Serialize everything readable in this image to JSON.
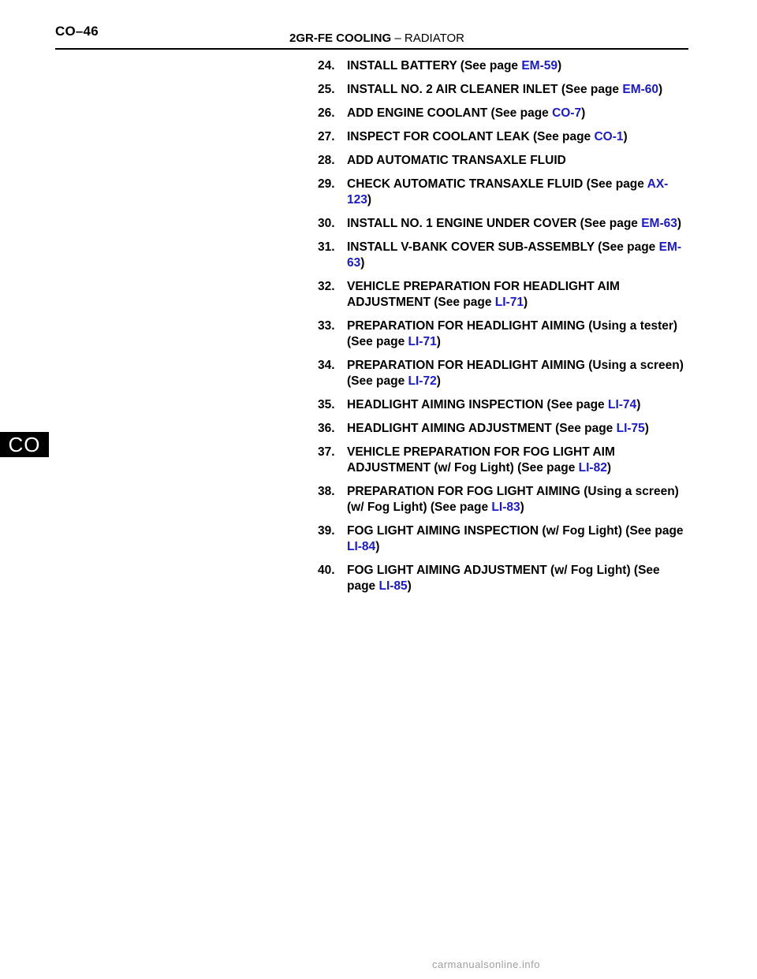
{
  "header": {
    "page_number": "CO–46",
    "title_bold": "2GR-FE COOLING",
    "title_sep": " – ",
    "title_rest": "RADIATOR"
  },
  "section_tab": "CO",
  "steps": [
    {
      "num": "24.",
      "text": "INSTALL BATTERY (See page ",
      "link": "EM-59",
      "after": ")"
    },
    {
      "num": "25.",
      "text": "INSTALL NO. 2 AIR CLEANER INLET (See page ",
      "link": "EM-60",
      "after": ")"
    },
    {
      "num": "26.",
      "text": "ADD ENGINE COOLANT (See page ",
      "link": "CO-7",
      "after": ")"
    },
    {
      "num": "27.",
      "text": "INSPECT FOR COOLANT LEAK (See page ",
      "link": "CO-1",
      "after": ")"
    },
    {
      "num": "28.",
      "text": "ADD AUTOMATIC TRANSAXLE FLUID",
      "link": "",
      "after": ""
    },
    {
      "num": "29.",
      "text": "CHECK AUTOMATIC TRANSAXLE FLUID (See page ",
      "link": "AX-123",
      "after": ")"
    },
    {
      "num": "30.",
      "text": "INSTALL NO. 1 ENGINE UNDER COVER (See page ",
      "link": "EM-63",
      "after": ")"
    },
    {
      "num": "31.",
      "text": "INSTALL V-BANK COVER SUB-ASSEMBLY (See page ",
      "link": "EM-63",
      "after": ")"
    },
    {
      "num": "32.",
      "text": "VEHICLE PREPARATION FOR HEADLIGHT AIM ADJUSTMENT (See page ",
      "link": "LI-71",
      "after": ")"
    },
    {
      "num": "33.",
      "text": "PREPARATION FOR HEADLIGHT AIMING (Using a tester) (See page ",
      "link": "LI-71",
      "after": ")"
    },
    {
      "num": "34.",
      "text": "PREPARATION FOR HEADLIGHT AIMING (Using a screen) (See page ",
      "link": "LI-72",
      "after": ")"
    },
    {
      "num": "35.",
      "text": "HEADLIGHT AIMING INSPECTION (See page ",
      "link": "LI-74",
      "after": ")"
    },
    {
      "num": "36.",
      "text": "HEADLIGHT AIMING ADJUSTMENT (See page ",
      "link": "LI-75",
      "after": ")"
    },
    {
      "num": "37.",
      "text": "VEHICLE PREPARATION FOR FOG LIGHT AIM ADJUSTMENT (w/ Fog Light) (See page ",
      "link": "LI-82",
      "after": ")"
    },
    {
      "num": "38.",
      "text": "PREPARATION FOR FOG LIGHT AIMING (Using a screen) (w/ Fog Light) (See page ",
      "link": "LI-83",
      "after": ")"
    },
    {
      "num": "39.",
      "text": "FOG LIGHT AIMING INSPECTION (w/ Fog Light) (See page ",
      "link": "LI-84",
      "after": ")"
    },
    {
      "num": "40.",
      "text": "FOG LIGHT AIMING ADJUSTMENT (w/ Fog Light) (See page ",
      "link": "LI-85",
      "after": ")"
    }
  ],
  "footer": "carmanualsonline.info",
  "colors": {
    "link": "#1a1acc",
    "tab_bg": "#000000"
  }
}
